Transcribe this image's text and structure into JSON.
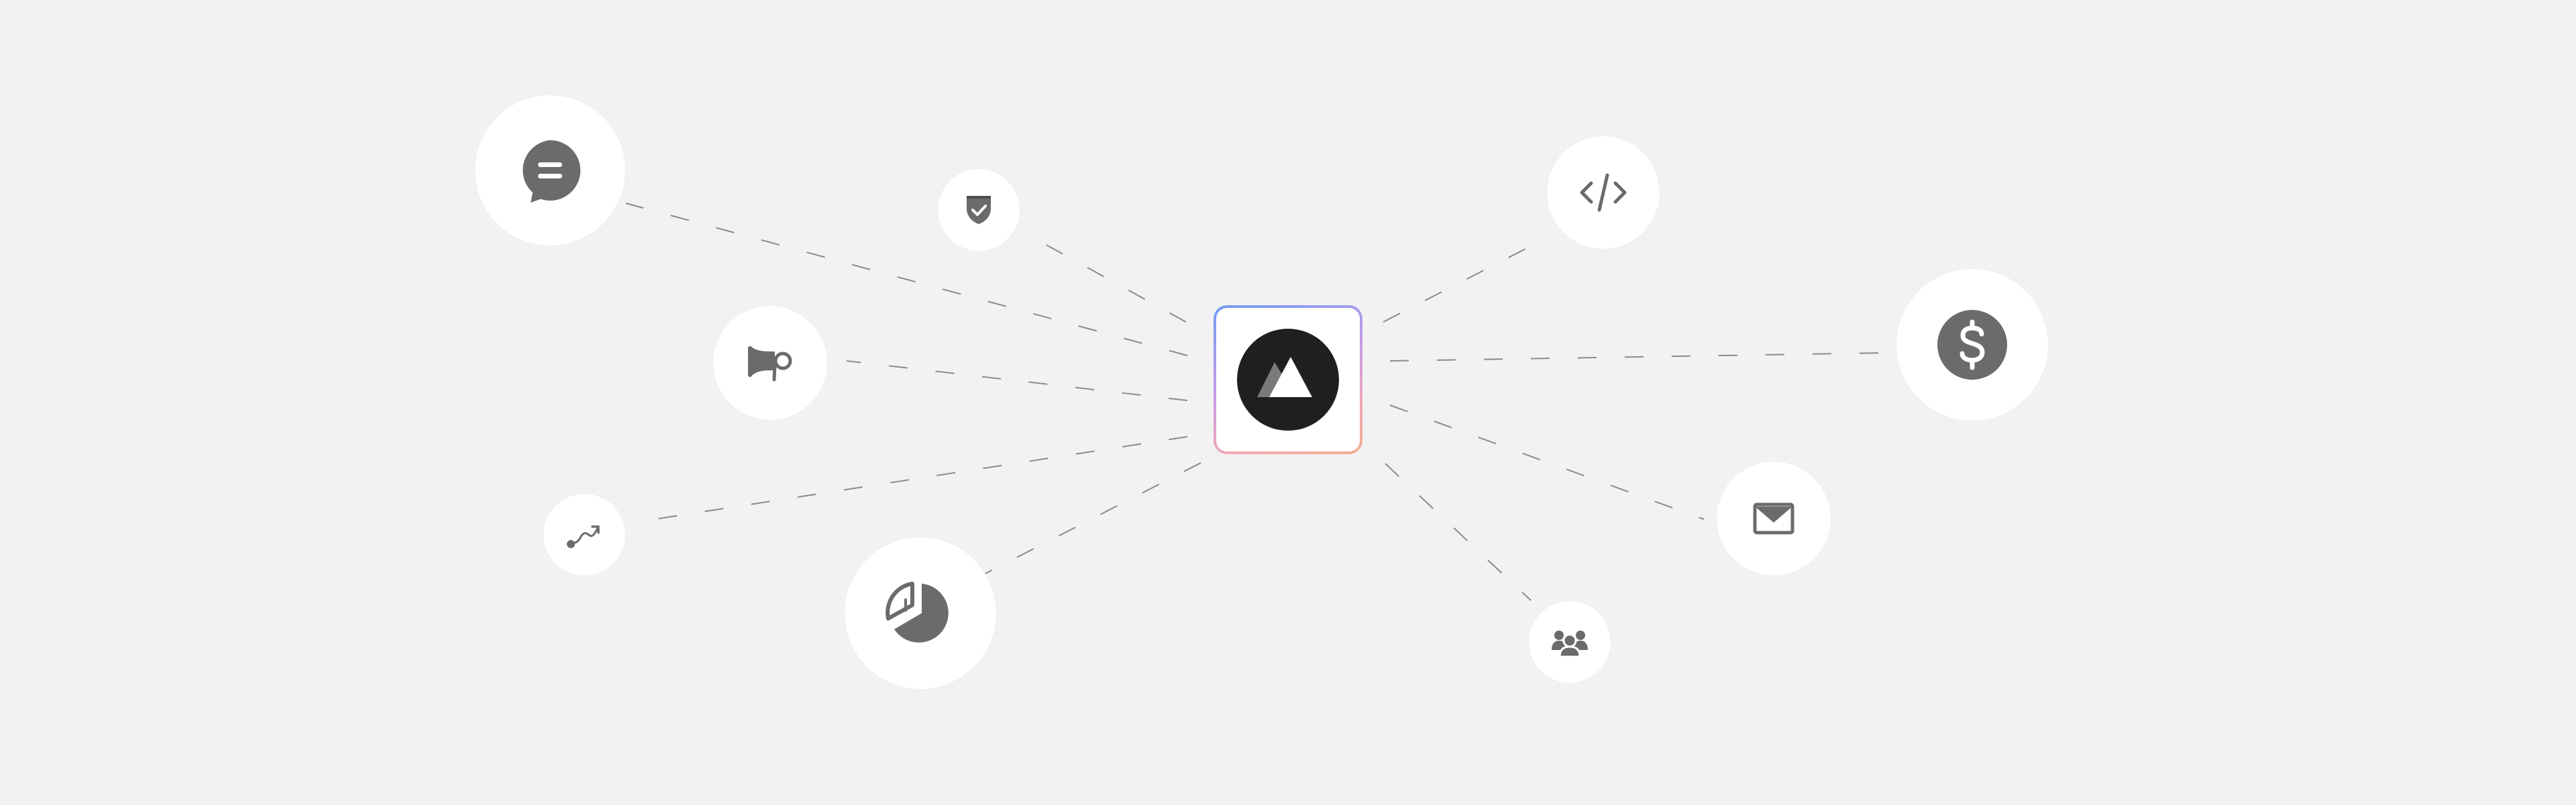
{
  "diagram": {
    "hub": {
      "icon": "mountain-logo-icon"
    },
    "nodes": [
      {
        "id": "chat",
        "icon": "chat-bubble-icon"
      },
      {
        "id": "security",
        "icon": "shield-check-icon"
      },
      {
        "id": "code",
        "icon": "code-brackets-icon"
      },
      {
        "id": "marketing",
        "icon": "megaphone-icon"
      },
      {
        "id": "payments",
        "icon": "dollar-icon"
      },
      {
        "id": "workflow",
        "icon": "route-icon"
      },
      {
        "id": "analytics",
        "icon": "pie-chart-icon"
      },
      {
        "id": "email",
        "icon": "envelope-icon"
      },
      {
        "id": "team",
        "icon": "users-icon"
      }
    ],
    "edges": [
      {
        "from": "hub",
        "to": "chat"
      },
      {
        "from": "hub",
        "to": "security"
      },
      {
        "from": "hub",
        "to": "code"
      },
      {
        "from": "hub",
        "to": "marketing"
      },
      {
        "from": "hub",
        "to": "payments"
      },
      {
        "from": "hub",
        "to": "workflow"
      },
      {
        "from": "hub",
        "to": "analytics"
      },
      {
        "from": "hub",
        "to": "email"
      },
      {
        "from": "hub",
        "to": "team"
      }
    ],
    "colors": {
      "background": "#f2f2f2",
      "node_fill": "#ffffff",
      "icon_gray": "#6b6b6b",
      "hub_logo": "#1f1f1f",
      "edge": "#8a8a8a"
    }
  }
}
